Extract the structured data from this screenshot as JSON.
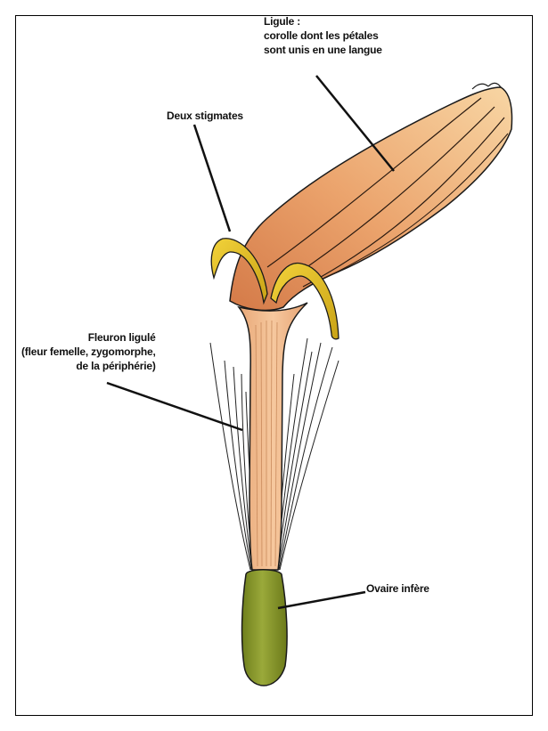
{
  "labels": {
    "ligule": {
      "line1": "Ligule :",
      "line2": "corolle dont les pétales",
      "line3": "sont unis en une langue"
    },
    "stigmates": "Deux stigmates",
    "fleuron": {
      "line1": "Fleuron ligulé",
      "line2": "(fleur femelle, zygomorphe,",
      "line3": "de la périphérie)"
    },
    "ovaire": "Ovaire infère"
  },
  "colors": {
    "ligule_light": "#f6cd96",
    "ligule_dark": "#d9814c",
    "tube": "#f0b88a",
    "stigma": "#e6c21e",
    "ovary": "#8a9a2a",
    "outline": "#1a1a1a",
    "background": "#ffffff"
  }
}
